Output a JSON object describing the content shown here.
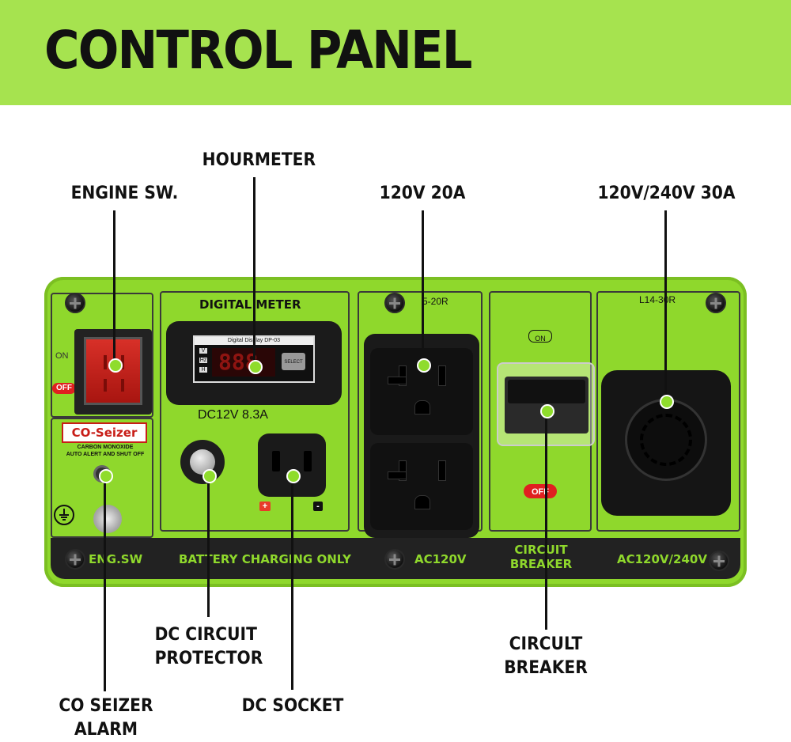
{
  "title": "CONTROL PANEL",
  "callouts": {
    "hourmeter": "HOURMETER",
    "engine_sw": "ENGINE SW.",
    "outlet_120v": "120V 20A",
    "outlet_240v": "120V/240V 30A",
    "dc_circuit_protector": "DC CIRCUIT\nPROTECTOR",
    "circuit_breaker": "CIRCULT\nBREAKER",
    "co_seizer_alarm": "CO SEIZER\nALARM",
    "dc_socket": "DC SOCKET"
  },
  "panel": {
    "digital_meter_label": "DIGITAL METER",
    "meter_header": "Digital  Display DP-03",
    "meter_units": [
      "V",
      "Hz",
      "H"
    ],
    "meter_reading": "888",
    "meter_select": "SELECT",
    "dc_rating": "DC12V 8.3A",
    "switch_on": "ON",
    "switch_off": "OFF",
    "co_brand": "CO-Seizer",
    "co_desc_1": "CARBON MONOXIDE",
    "co_desc_2": "AUTO ALERT AND SHUT OFF",
    "outlet_120v_model": "5-20R",
    "outlet_240v_model": "L14-30R",
    "breaker_on": "ON",
    "breaker_off": "OFF",
    "dc_plus": "+",
    "dc_minus": "-"
  },
  "bottom_bar": {
    "eng_sw": "ENG.SW",
    "battery": "BATTERY  CHARGING ONLY",
    "ac120": "AC120V",
    "circuit_breaker": "CIRCUIT\nBREAKER",
    "ac240": "AC120V/240V"
  },
  "colors": {
    "banner": "#a6e34f",
    "panel": "#8fd82c",
    "bar": "#222222",
    "switch": "#c8201a"
  }
}
